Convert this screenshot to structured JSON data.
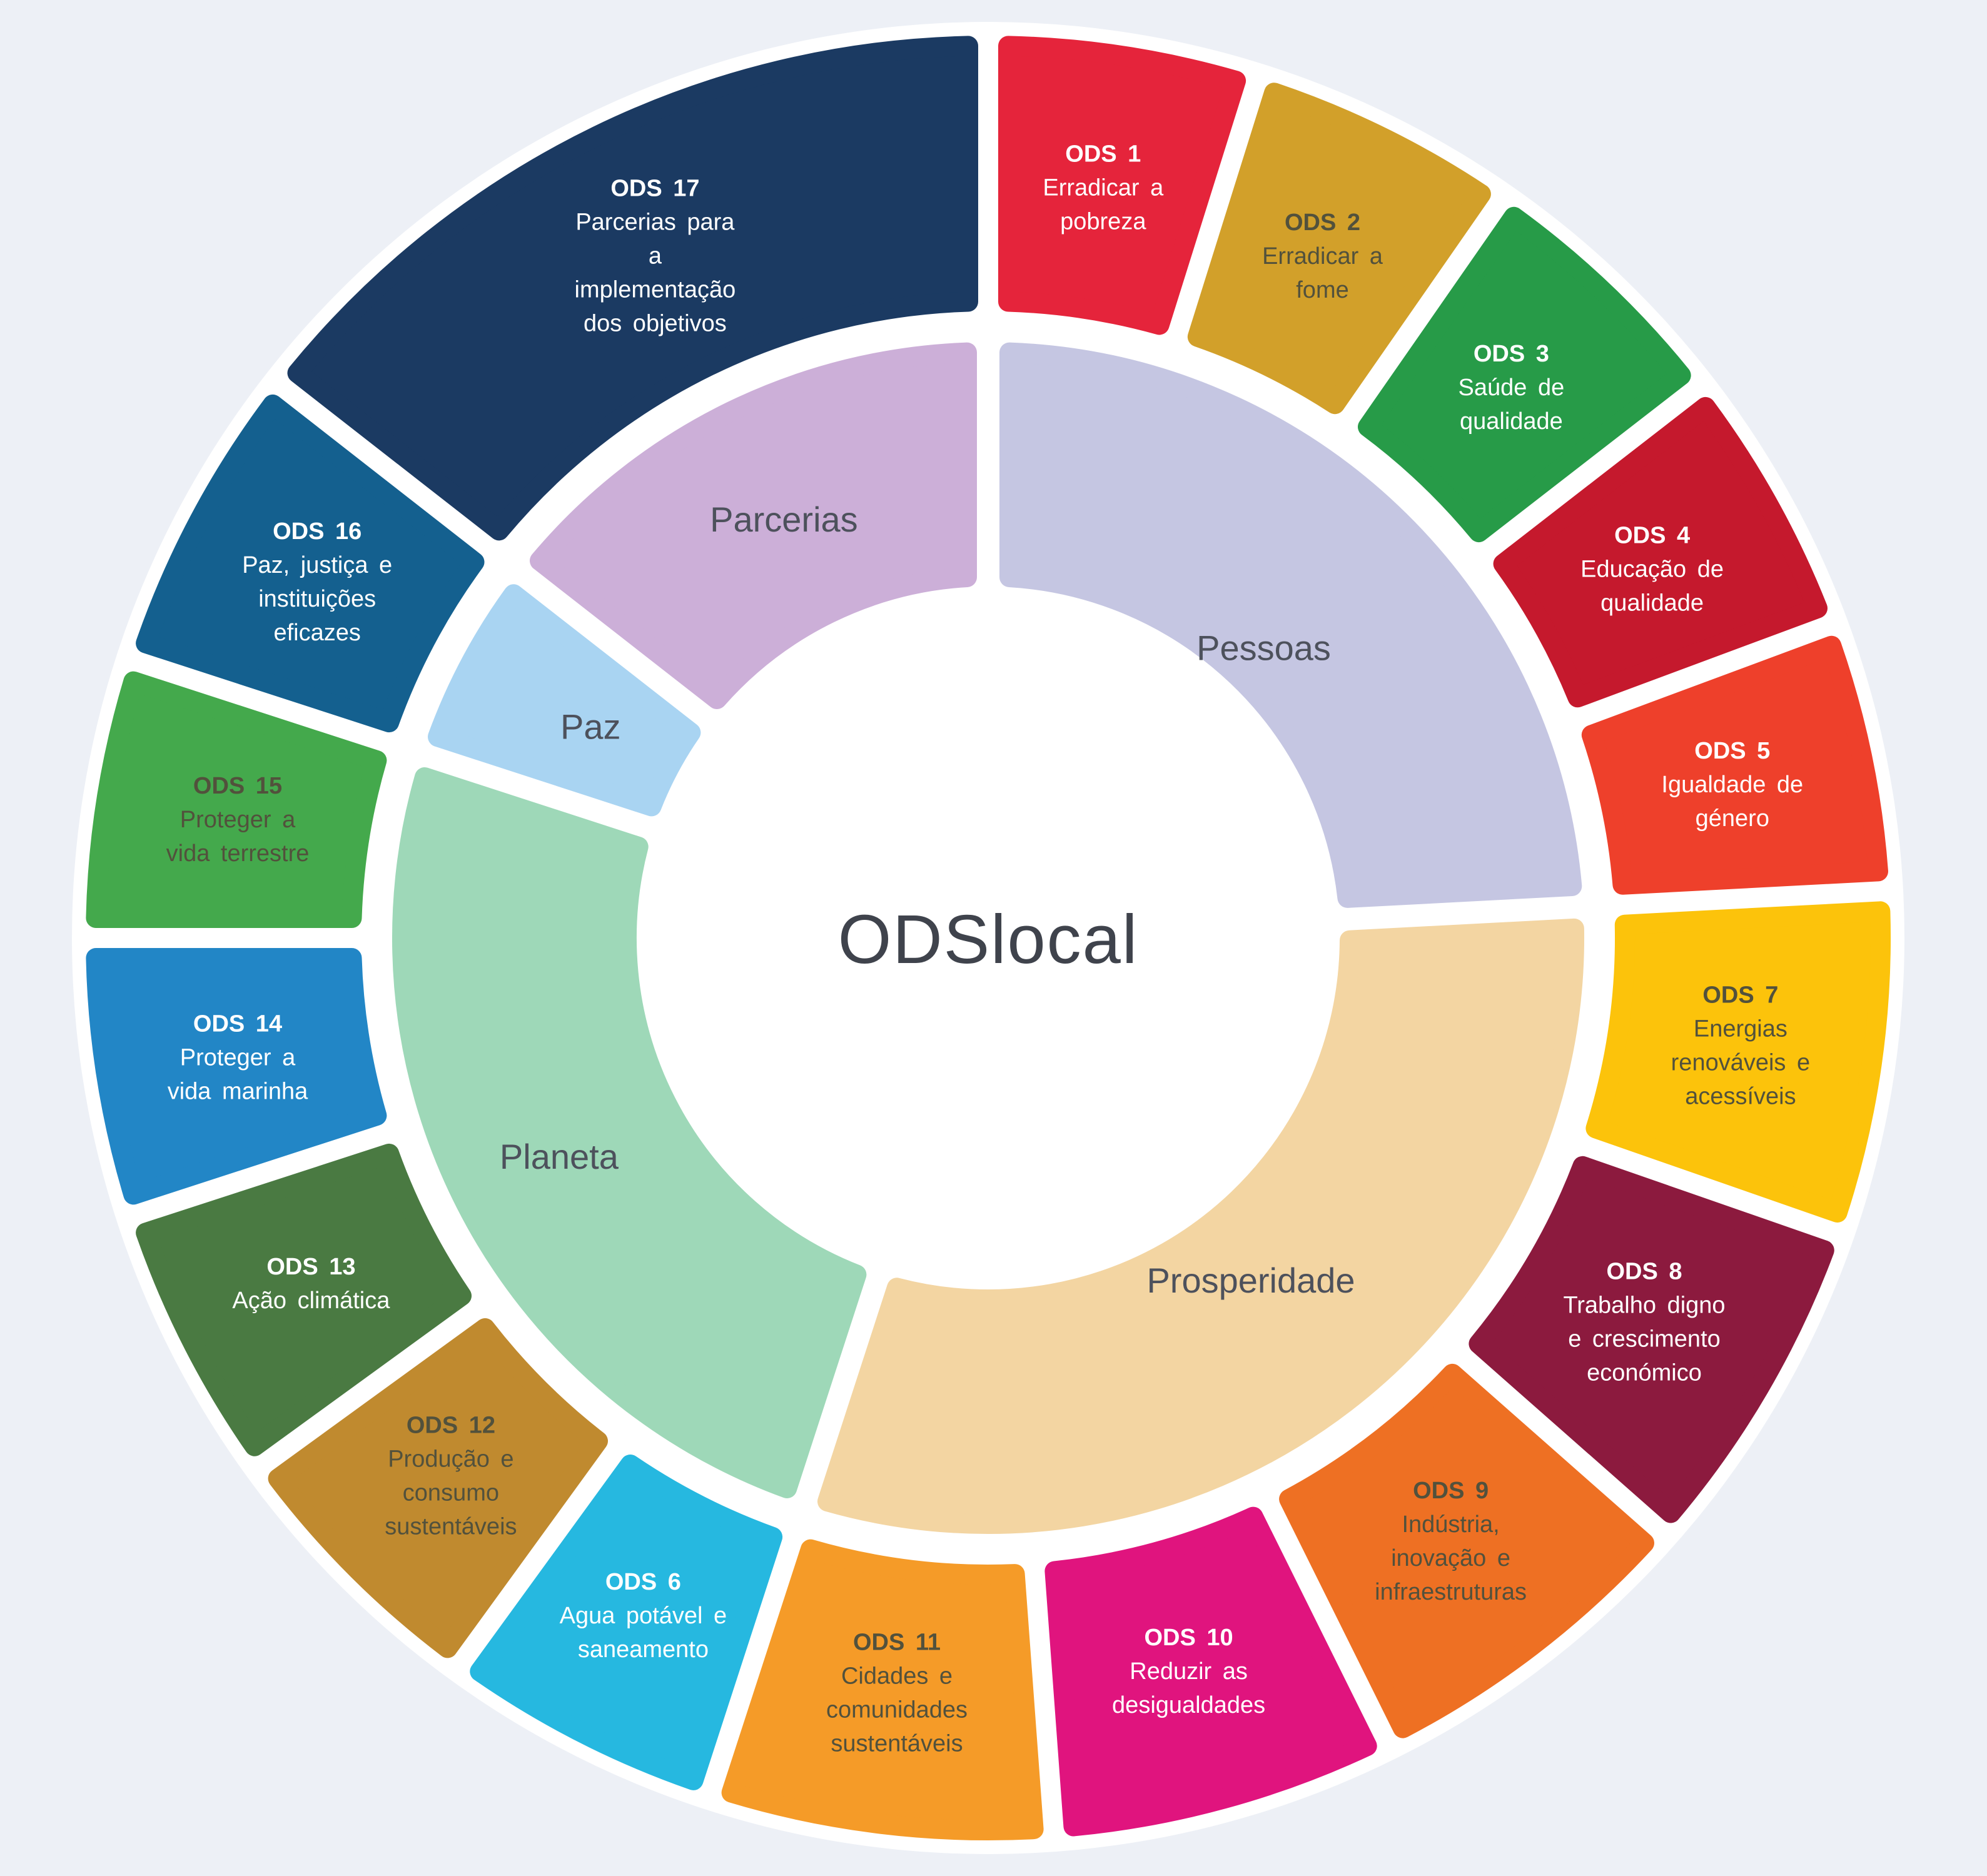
{
  "chart_data": {
    "type": "sunburst",
    "center_label": "ODSlocal",
    "background_color": "#edf0f6",
    "disc_color": "#ffffff",
    "center_label_color": "#3f434c",
    "category_label_color": "#4d515c",
    "dark_text_color": "#52513c",
    "light_text_color": "#ffffff",
    "legend_position": "none",
    "categories": [
      {
        "id": "pessoas",
        "label": "Pessoas",
        "color": "#c5c6e2",
        "start_deg": 0,
        "end_deg": 87
      },
      {
        "id": "prosperidade",
        "label": "Prosperidade",
        "color": "#f3d5a2",
        "start_deg": 87,
        "end_deg": 198
      },
      {
        "id": "planeta",
        "label": "Planeta",
        "color": "#9ed8b8",
        "start_deg": 198,
        "end_deg": 288
      },
      {
        "id": "paz",
        "label": "Paz",
        "color": "#a9d4f2",
        "start_deg": 288,
        "end_deg": 308
      },
      {
        "id": "parcerias",
        "label": "Parcerias",
        "color": "#ccafd8",
        "start_deg": 308,
        "end_deg": 360
      }
    ],
    "goals": [
      {
        "id": "ods-1",
        "label": "ODS 1",
        "lines": [
          "Erradicar a",
          "pobreza"
        ],
        "color": "#e5243b",
        "text": "light",
        "category": "pessoas"
      },
      {
        "id": "ods-2",
        "label": "ODS 2",
        "lines": [
          "Erradicar a",
          "fome"
        ],
        "color": "#d2a02a",
        "text": "dark",
        "category": "pessoas"
      },
      {
        "id": "ods-3",
        "label": "ODS 3",
        "lines": [
          "Saúde de",
          "qualidade"
        ],
        "color": "#279b48",
        "text": "light",
        "category": "pessoas"
      },
      {
        "id": "ods-4",
        "label": "ODS 4",
        "lines": [
          "Educação de",
          "qualidade"
        ],
        "color": "#c5192d",
        "text": "light",
        "category": "pessoas"
      },
      {
        "id": "ods-5",
        "label": "ODS 5",
        "lines": [
          "Igualdade de",
          "género"
        ],
        "color": "#ee402b",
        "text": "light",
        "category": "pessoas"
      },
      {
        "id": "ods-7",
        "label": "ODS 7",
        "lines": [
          "Energias",
          "renováveis e",
          "acessíveis"
        ],
        "color": "#fcc30b",
        "text": "dark",
        "category": "prosperidade"
      },
      {
        "id": "ods-8",
        "label": "ODS 8",
        "lines": [
          "Trabalho digno",
          "e crescimento",
          "económico"
        ],
        "color": "#8c1a3e",
        "text": "light",
        "category": "prosperidade"
      },
      {
        "id": "ods-9",
        "label": "ODS 9",
        "lines": [
          "Indústria,",
          "inovação e",
          "infraestruturas"
        ],
        "color": "#ee7023",
        "text": "dark",
        "category": "prosperidade"
      },
      {
        "id": "ods-10",
        "label": "ODS 10",
        "lines": [
          "Reduzir as",
          "desigualdades"
        ],
        "color": "#e0147e",
        "text": "light",
        "category": "prosperidade"
      },
      {
        "id": "ods-11",
        "label": "ODS 11",
        "lines": [
          "Cidades e",
          "comunidades",
          "sustentáveis"
        ],
        "color": "#f59b28",
        "text": "dark",
        "category": "prosperidade"
      },
      {
        "id": "ods-6",
        "label": "ODS 6",
        "lines": [
          "Agua potável e",
          "saneamento"
        ],
        "color": "#26b8e0",
        "text": "light",
        "category": "planeta"
      },
      {
        "id": "ods-12",
        "label": "ODS 12",
        "lines": [
          "Produção e",
          "consumo",
          "sustentáveis"
        ],
        "color": "#c08a2f",
        "text": "dark",
        "category": "planeta"
      },
      {
        "id": "ods-13",
        "label": "ODS 13",
        "lines": [
          "Ação climática"
        ],
        "color": "#4a7a42",
        "text": "light",
        "category": "planeta"
      },
      {
        "id": "ods-14",
        "label": "ODS 14",
        "lines": [
          "Proteger a",
          "vida marinha"
        ],
        "color": "#2286c6",
        "text": "light",
        "category": "planeta"
      },
      {
        "id": "ods-15",
        "label": "ODS 15",
        "lines": [
          "Proteger a",
          "vida terrestre"
        ],
        "color": "#44a94c",
        "text": "dark",
        "category": "planeta"
      },
      {
        "id": "ods-16",
        "label": "ODS 16",
        "lines": [
          "Paz, justiça e",
          "instituições",
          "eficazes"
        ],
        "color": "#14608f",
        "text": "light",
        "category": "paz"
      },
      {
        "id": "ods-17",
        "label": "ODS 17",
        "lines": [
          "Parcerias para",
          "a",
          "implementação",
          "dos objetivos"
        ],
        "color": "#1b3a62",
        "text": "light",
        "category": "parcerias"
      }
    ]
  }
}
